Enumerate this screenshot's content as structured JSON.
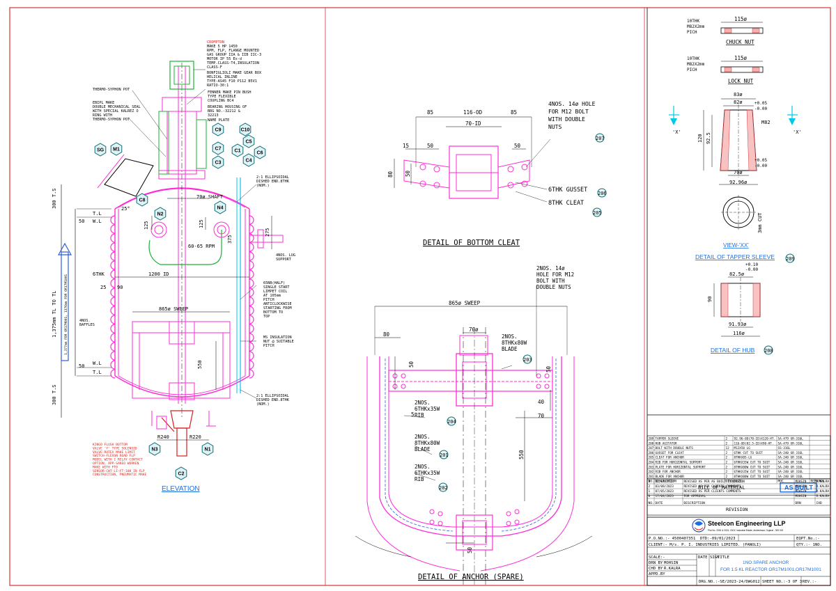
{
  "elevation": {
    "caption": "ELEVATION",
    "notes": {
      "drive_title": "CROMPTON",
      "drive": [
        "MAKE 5 HP 1450",
        "RPM, FLP, FLANGE MOUNTED",
        "GAS GROUP IIA & IIB IIC-3",
        "MOTOR IP 55 Ex-d",
        "TEMP.CLASS-T4,INSULATION",
        "CLASS-F"
      ],
      "gearbox": [
        "BONFIGLIOLI MAKE GEAR BOX",
        "HELICAL INLINE",
        "TYPE-AS45 F10 P112 B5V1",
        "RATIO-30:1"
      ],
      "coupling": [
        "FENNER MAKE PIN BUSH",
        "TYPE FLEXIBLE",
        "COUPLING BC4"
      ],
      "bearing": [
        "BEARING HOUSING OF",
        "BRG NO.-32212 &",
        "32213"
      ],
      "name_plate": "NAME PLATE",
      "thermo1": "THERMO-SYPHON POT",
      "seal": [
        "EBIPL MAKE",
        "DOUBLE MECHANICAL SEAL",
        "WITH SPECIAL KALREZ O",
        "RING WITH",
        "THERMO-SYPHON POT"
      ],
      "ellip_top": [
        "2:1 ELLIPSOIDAL",
        "DISHED END.8THK",
        "(NOM.)"
      ],
      "shaft": "70ø SHAFT",
      "rpm": "60-65 RPM",
      "lug": [
        "4NOS. LUG",
        "SUPPORT"
      ],
      "limpet": [
        "65NB(HALF)",
        "SINGLE START",
        "LIMPET COIL",
        "AT 105mm",
        "PITCH",
        "ANTICLOCKWISE",
        "STARTING FROM",
        "BOTTOM TO",
        "TOP"
      ],
      "insulation": [
        "MS INSULATION",
        "NUT @ SUITABLE",
        "PITCH"
      ],
      "sweep": "865ø SWEEP",
      "id": "1200 ID",
      "baffles": [
        "4NOS.",
        "BAFFLES"
      ],
      "ellip_bot": [
        "2:1 ELLIPSOIDAL",
        "DISHED END.8THK",
        "(NOM.)"
      ],
      "valve_note": [
        "KINGO FLUSH BOTTOM",
        "VALVE 'Y' TYPE SOLENOID",
        "VALVE-ROTEX MAKE LIMIT",
        "SWITCH-FLEXON ROAD FLP",
        "MODEL WITH 1 RELAY CONTACT",
        "OPTION, APP-SAKEO WORKEN",
        "MAKE WITH FTD",
        "SENSOR-CWT-LI-FT-100 IN FLP",
        "CONSTRUCTION, PNEUMATIC MAKE"
      ],
      "tl_left": "300 T.S",
      "tl_left2": "300 T.S",
      "tl_height": "1,375mm TL TO TL",
      "tl_alt": "1,377mm FOR OR17M001, 1376mm FOR OR17M1001",
      "r240": "R240",
      "r220": "R220",
      "thk": "6THK",
      "dim_25": "25",
      "dim_90": "90",
      "dim_125": "125",
      "dim_275": "275",
      "dim_375": "375",
      "dim_550": "550",
      "dim_125b": "125",
      "angle": "25°",
      "tl": "T.L",
      "wl": "W.L",
      "tl2": "T.L",
      "wl2": "W.L",
      "d50": "50",
      "d50b": "50"
    },
    "nozzles": [
      "SG",
      "M1",
      "C8",
      "N2",
      "N4",
      "C9",
      "C10",
      "C7",
      "C1",
      "C5",
      "C3",
      "C4",
      "C6",
      "N3",
      "N1",
      "C2"
    ]
  },
  "bottom_cleat": {
    "caption": "DETAIL OF BOTTOM CLEAT",
    "hole_note": [
      "4NOS. 14ø HOLE",
      "FOR M12 BOLT",
      "WITH DOUBLE",
      "NUTS"
    ],
    "gusset": "6THK GUSSET",
    "cleat": "8THK CLEAT",
    "dims": {
      "d85a": "85",
      "d116": "116-OD",
      "d85b": "85",
      "d70": "70-ID",
      "d15": "15",
      "d50a": "50",
      "d50b": "50",
      "d80": "80",
      "d50c": "50"
    },
    "balloons": {
      "b207": "207",
      "b206": "206",
      "b205": "205"
    }
  },
  "anchor": {
    "caption": "DETAIL OF ANCHOR (SPARE)",
    "hole_note": [
      "2NOS. 14ø",
      "HOLE FOR M12",
      "BOLT WITH",
      "DOUBLE NUTS"
    ],
    "sweep": "865ø SWEEP",
    "shaft": "70ø",
    "blade_top": [
      "2NOS.",
      "8THKx80W",
      "BLADE"
    ],
    "rib1": [
      "2NOS.",
      "6THKx35W",
      "RIB"
    ],
    "blade2": [
      "2NOS.",
      "8THKx80W",
      "BLADE"
    ],
    "rib2": [
      "2NOS.",
      "6THKx35W",
      "RIB"
    ],
    "dims": {
      "d80": "80",
      "d50a": "50",
      "d5": "5",
      "d550": "550",
      "d40": "40",
      "d70": "70",
      "d50b": "50",
      "d50c": "50"
    },
    "balloons": {
      "b203": "203",
      "b204": "204",
      "b201": "201",
      "b202": "202"
    }
  },
  "chuck_nut": {
    "title": "CHUCK NUT",
    "spec": [
      "10THK",
      "M82X2mm",
      "PICH"
    ],
    "dim": "115ø"
  },
  "lock_nut": {
    "title": "LOCK NUT",
    "spec": [
      "10THK",
      "M82X2mm",
      "PICH"
    ],
    "dim": "115ø"
  },
  "tapper_sleeve": {
    "title": "DETAIL OF TAPPER SLEEVE",
    "balloon": "209",
    "view": "VIEW-'XX'",
    "x": "'X'",
    "dims": {
      "d83": "83ø",
      "d82": "82ø",
      "tol_a": "+0.05",
      "tol_b": "-0.00",
      "d120": "120",
      "d925": "92.5",
      "m82": "M82",
      "tol_c": "+0.05",
      "tol_d": "-0.00",
      "d70": "70ø",
      "d9296": "92.96ø",
      "cut": "3mm CUT"
    }
  },
  "hub": {
    "title": "DETAIL OF HUB",
    "balloon": "208",
    "dims": {
      "tol_a": "+0.10",
      "tol_b": "-0.00",
      "d825": "82.5ø",
      "d90": "90",
      "d9193": "91.93ø",
      "d116": "116ø"
    }
  },
  "bom": {
    "title": "BILL OF MATERIAL",
    "stamp": "AS BUILT",
    "headers": [
      "NO.",
      "DESCRIPTION",
      "QTY.",
      "SIZE",
      "MOC",
      "REMARKS"
    ],
    "rows": [
      [
        "209",
        "TAPPER SLEEVE",
        "2",
        "92.96-OD(70-ID)X120-HT.",
        "SA-479 GR-316L",
        ""
      ],
      [
        "208",
        "HUB AGITATOR",
        "2",
        "116-OD(82.5-ID)X90-HT.",
        "SA-479 GR-316L",
        ""
      ],
      [
        "207",
        "BOLT WITH DOUBLE NUTS",
        "12",
        "M12X50 LG",
        "SS-316L",
        ""
      ],
      [
        "206",
        "GUSSET FOR CLEAT",
        "2",
        "6THK CUT TO SUIT",
        "SA-240 GR 316L",
        ""
      ],
      [
        "205",
        "CLEAT FOR ANCHOR",
        "2",
        "8THKX85-LG",
        "SA-240 GR 316L",
        ""
      ],
      [
        "204",
        "RIB FOR HORIZONTAL SUPPORT",
        "2",
        "6THKX35W CUT TO SUIT",
        "SA-240 GR 316L",
        ""
      ],
      [
        "203",
        "PLATE FOR HORIZONTAL SUPPORT",
        "2",
        "8THKX80W CUT TO SUIT",
        "SA-240 GR 316L",
        ""
      ],
      [
        "202",
        "RIB FOR ANCHOR",
        "2",
        "6THKX35W CUT TO SUIT",
        "SA-240 GR 316L",
        ""
      ],
      [
        "201",
        "BLADE FOR ANCHOR",
        "2",
        "8THKX80W CUT TO SUIT",
        "SA-240 GR 316L",
        ""
      ]
    ]
  },
  "revision": {
    "title": "REVISION",
    "headers": [
      "NO.",
      "DATE",
      "DESCRIPTION",
      "DRN",
      "CHD"
    ],
    "rows": [
      [
        "3",
        "12/04/2023",
        "REVISED AS PER AS BUILT DIMENSION",
        "MOHSIN",
        "R.KALRA"
      ],
      [
        "2",
        "03/08/2023",
        "REVISED AS PER CLIENTS COMMENTS",
        "MOHSIN",
        "R.KALRA"
      ],
      [
        "1",
        "07/05/2023",
        "REVISED AS PER CLIENTS COMMENTS",
        "MOHSIN",
        "R.KALRA"
      ],
      [
        "0",
        "17/04/2023",
        "FOR APPROVAL",
        "MOHSIN",
        "R.KALRA"
      ]
    ]
  },
  "title_block": {
    "company": "Steelcon Engineering LLP",
    "company_sub": "Plot No. 2000 & 2001, GIDC Industrial Estate, Ankleshwar, Gujarat - 393 002",
    "po": "P.O.NO.:- 4500407351",
    "dtd": "DTD:-09/01/2023",
    "eqpt": "EQPT.No.:-",
    "client": "CLIENT:- M/s. P. I. INDUSTRIES LIMITED. (PANOLI)",
    "qty": "QTY.:- 1NO.",
    "scale": "SCALE:-",
    "drn_by": "DRN BY",
    "drn_name": "MOHSIN",
    "chd_by": "CHD BY",
    "chd_name": "R.KALRA",
    "appd_by": "APPD.BY",
    "date": "DATE",
    "sign": "SIGN",
    "title_lbl": "TITLE",
    "title1": "1NO.SPARE ANCHOR",
    "title2": "FOR 1.5 KL REACTOR OR17M1001,OR17M1001",
    "drg_no": "DRG.NO.:-SE/2023-24/DWG012",
    "sheet": "SHEET NO.:-3 OF 3",
    "rev": "REV.:-"
  },
  "colors": {
    "magenta": "#ff2bd6",
    "green": "#19b332",
    "cyan": "#00c8e8",
    "blue": "#1e6fe0",
    "red": "#e0241b",
    "teal": "#0b6b73"
  }
}
